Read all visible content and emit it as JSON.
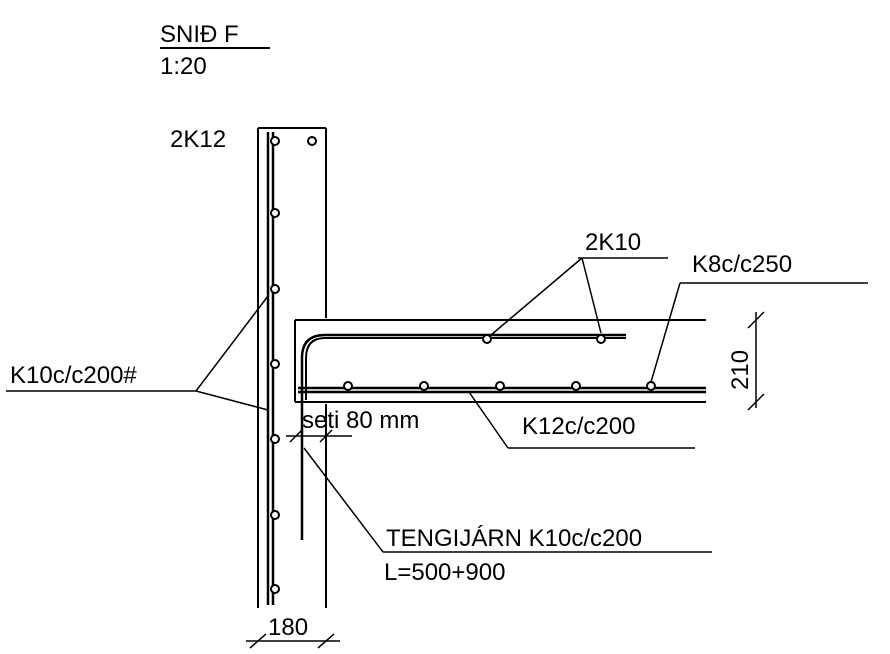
{
  "title": "SNIÐ F",
  "scale": "1:20",
  "labels": {
    "wall_top_bars": "2K12",
    "slab_top_bars": "2K10",
    "slab_distribution": "K8c/c250",
    "wall_bars": "K10c/c200#",
    "slab_thickness": "210",
    "joint_note": "seti 80 mm",
    "slab_bottom_bars": "K12c/c200",
    "connector_bars": "TENGIJÁRN K10c/c200",
    "connector_length": "L=500+900",
    "wall_thickness": "180"
  },
  "colors": {
    "ink": "#000000",
    "paper": "#ffffff"
  }
}
